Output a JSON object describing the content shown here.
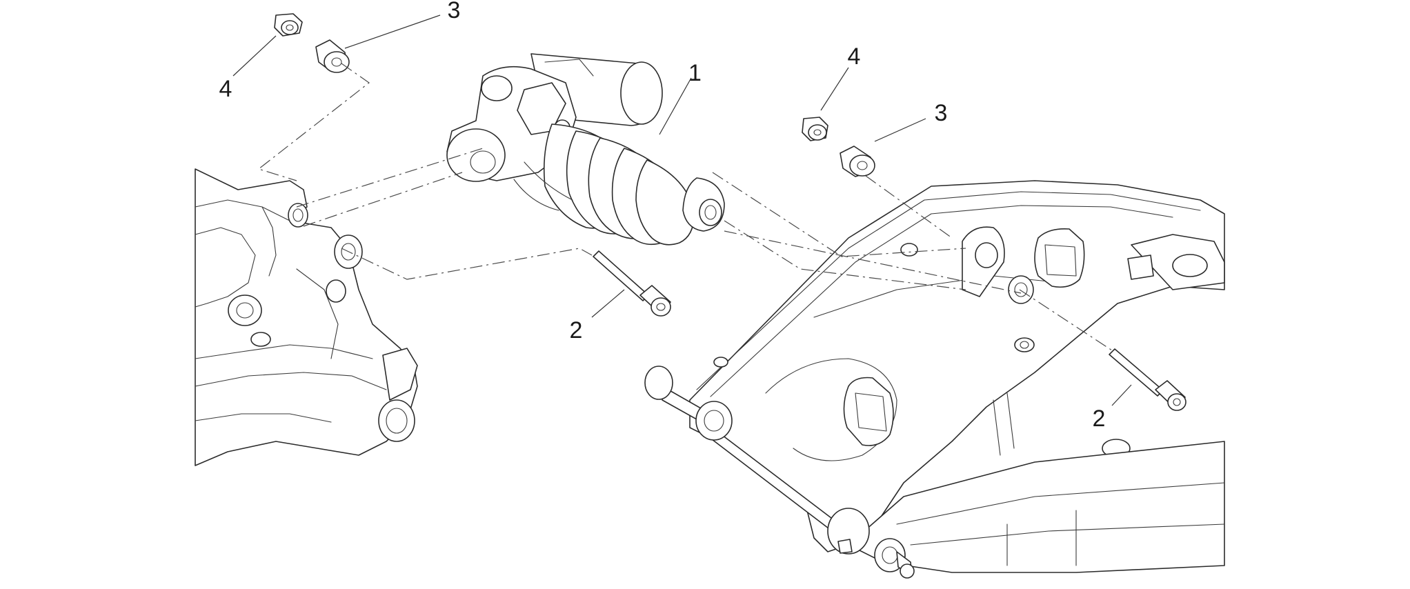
{
  "callouts": [
    {
      "id": "c1",
      "label": "1",
      "part": "shock-absorber"
    },
    {
      "id": "c2a",
      "label": "2",
      "part": "lower-bolt"
    },
    {
      "id": "c2b",
      "label": "2",
      "part": "upper-bolt"
    },
    {
      "id": "c3a",
      "label": "3",
      "part": "bushing-left"
    },
    {
      "id": "c3b",
      "label": "3",
      "part": "bushing-right"
    },
    {
      "id": "c4a",
      "label": "4",
      "part": "nut-left"
    },
    {
      "id": "c4b",
      "label": "4",
      "part": "nut-right"
    }
  ]
}
